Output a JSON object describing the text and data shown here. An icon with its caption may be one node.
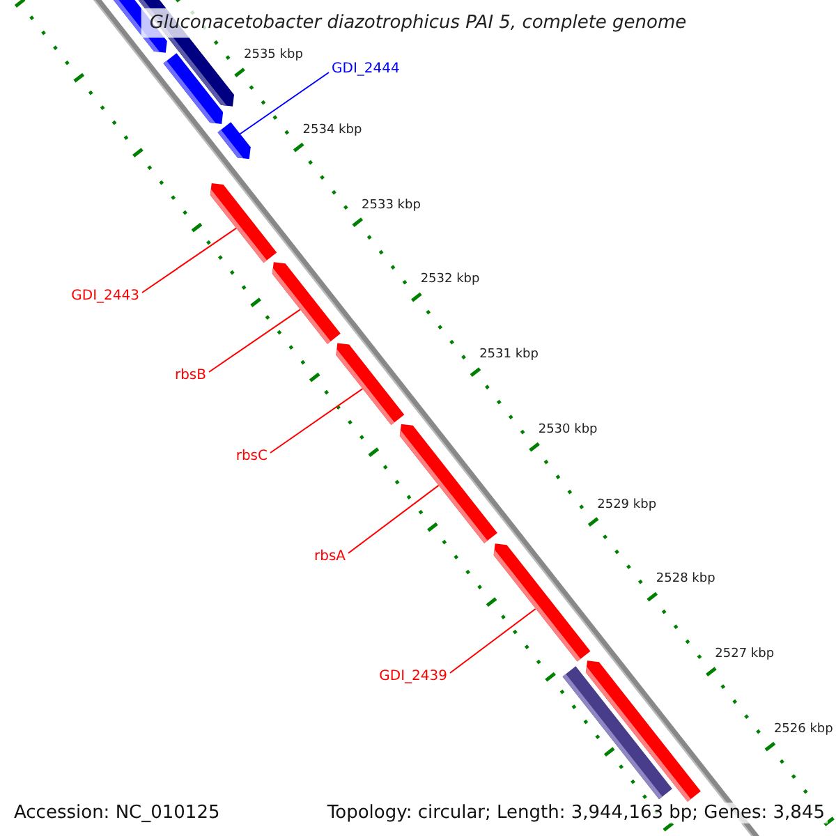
{
  "diagram": {
    "title": "Gluconacetobacter diazotrophicus PAI 5, complete genome",
    "nodes": [
      {
        "text": [],
        "shape": "bar"
      },
      {
        "text": [],
        "shape": "bar"
      },
      {
        "text": [],
        "shape": "bar"
      },
      {
        "text": [],
        "shape": "bar"
      },
      {
        "text": [],
        "shape": "bar"
      },
      {
        "text": [],
        "shape": "bar"
      },
      {
        "text": [],
        "shape": "bar"
      },
      {
        "text": [],
        "shape": "bar"
      },
      {
        "text": [],
        "shape": "bar"
      },
      {
        "text": [],
        "shape": "bar"
      },
      {
        "text": [],
        "shape": "bar"
      },
      {
        "text": [
          "GDI_2444"
        ]
      },
      {
        "text": [
          "GDI_2443"
        ]
      },
      {
        "text": [
          "rbsB"
        ]
      },
      {
        "text": [
          "rbsC"
        ]
      },
      {
        "text": [
          "rbsA"
        ]
      },
      {
        "text": [
          "GDI_2439"
        ]
      }
    ],
    "edges": [
      {
        "from": 11,
        "to": 3,
        "arrow": "none",
        "color": "#0000ff"
      },
      {
        "from": 12,
        "to": 4,
        "arrow": "none"
      },
      {
        "from": 13,
        "to": 5,
        "arrow": "none"
      },
      {
        "from": 14,
        "to": 6,
        "arrow": "none"
      },
      {
        "from": 15,
        "to": 7,
        "arrow": "none"
      },
      {
        "from": 16,
        "to": 8,
        "arrow": "none"
      }
    ],
    "labels": [
      "2535 kbp",
      "2534 kbp",
      "2533 kbp",
      "2532 kbp",
      "2531 kbp",
      "2530 kbp",
      "2529 kbp",
      "2528 kbp",
      "2527 kbp",
      "2526 kbp",
      "Accession: NC_010125",
      "Topology: circular; Length: 3,944,163 bp; Genes: 3,845"
    ]
  }
}
